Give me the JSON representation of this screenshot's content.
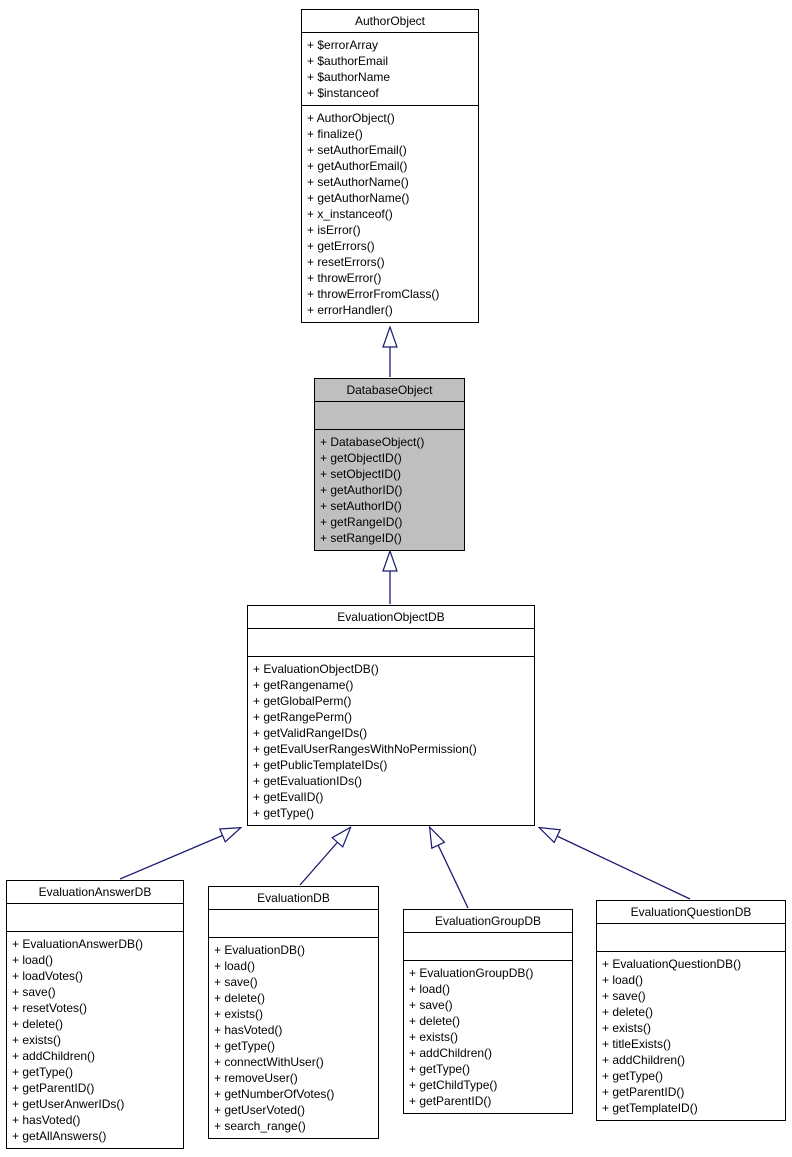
{
  "diagram": {
    "kind": "uml-class-inheritance-diagram",
    "highlighted_class": "DatabaseObject"
  },
  "colors": {
    "arrow": "#191970",
    "highlighted_class_fill": "#bfbfbf",
    "class_fill": "#ffffff",
    "border": "#000000",
    "background": "#ffffff"
  },
  "classes": [
    {
      "name": "AuthorObject",
      "attributes": [
        "+ $errorArray",
        "+ $authorEmail",
        "+ $authorName",
        "+ $instanceof"
      ],
      "methods": [
        "+ AuthorObject()",
        "+ finalize()",
        "+ setAuthorEmail()",
        "+ getAuthorEmail()",
        "+ setAuthorName()",
        "+ getAuthorName()",
        "+ x_instanceof()",
        "+ isError()",
        "+ getErrors()",
        "+ resetErrors()",
        "+ throwError()",
        "+ throwErrorFromClass()",
        "+ errorHandler()"
      ]
    },
    {
      "name": "DatabaseObject",
      "attributes": [],
      "methods": [
        "+ DatabaseObject()",
        "+ getObjectID()",
        "+ setObjectID()",
        "+ getAuthorID()",
        "+ setAuthorID()",
        "+ getRangeID()",
        "+ setRangeID()"
      ]
    },
    {
      "name": "EvaluationObjectDB",
      "attributes": [],
      "methods": [
        "+ EvaluationObjectDB()",
        "+ getRangename()",
        "+ getGlobalPerm()",
        "+ getRangePerm()",
        "+ getValidRangeIDs()",
        "+ getEvalUserRangesWithNoPermission()",
        "+ getPublicTemplateIDs()",
        "+ getEvaluationIDs()",
        "+ getEvalID()",
        "+ getType()"
      ]
    },
    {
      "name": "EvaluationAnswerDB",
      "attributes": [],
      "methods": [
        "+ EvaluationAnswerDB()",
        "+ load()",
        "+ loadVotes()",
        "+ save()",
        "+ resetVotes()",
        "+ delete()",
        "+ exists()",
        "+ addChildren()",
        "+ getType()",
        "+ getParentID()",
        "+ getUserAnwerIDs()",
        "+ hasVoted()",
        "+ getAllAnswers()"
      ]
    },
    {
      "name": "EvaluationDB",
      "attributes": [],
      "methods": [
        "+ EvaluationDB()",
        "+ load()",
        "+ save()",
        "+ delete()",
        "+ exists()",
        "+ hasVoted()",
        "+ getType()",
        "+ connectWithUser()",
        "+ removeUser()",
        "+ getNumberOfVotes()",
        "+ getUserVoted()",
        "+ search_range()"
      ]
    },
    {
      "name": "EvaluationGroupDB",
      "attributes": [],
      "methods": [
        "+ EvaluationGroupDB()",
        "+ load()",
        "+ save()",
        "+ delete()",
        "+ exists()",
        "+ addChildren()",
        "+ getType()",
        "+ getChildType()",
        "+ getParentID()"
      ]
    },
    {
      "name": "EvaluationQuestionDB",
      "attributes": [],
      "methods": [
        "+ EvaluationQuestionDB()",
        "+ load()",
        "+ save()",
        "+ delete()",
        "+ exists()",
        "+ titleExists()",
        "+ addChildren()",
        "+ getType()",
        "+ getParentID()",
        "+ getTemplateID()"
      ]
    }
  ],
  "relations": [
    {
      "type": "inheritance",
      "from": "DatabaseObject",
      "to": "AuthorObject"
    },
    {
      "type": "inheritance",
      "from": "EvaluationObjectDB",
      "to": "DatabaseObject"
    },
    {
      "type": "inheritance",
      "from": "EvaluationAnswerDB",
      "to": "EvaluationObjectDB"
    },
    {
      "type": "inheritance",
      "from": "EvaluationDB",
      "to": "EvaluationObjectDB"
    },
    {
      "type": "inheritance",
      "from": "EvaluationGroupDB",
      "to": "EvaluationObjectDB"
    },
    {
      "type": "inheritance",
      "from": "EvaluationQuestionDB",
      "to": "EvaluationObjectDB"
    }
  ]
}
